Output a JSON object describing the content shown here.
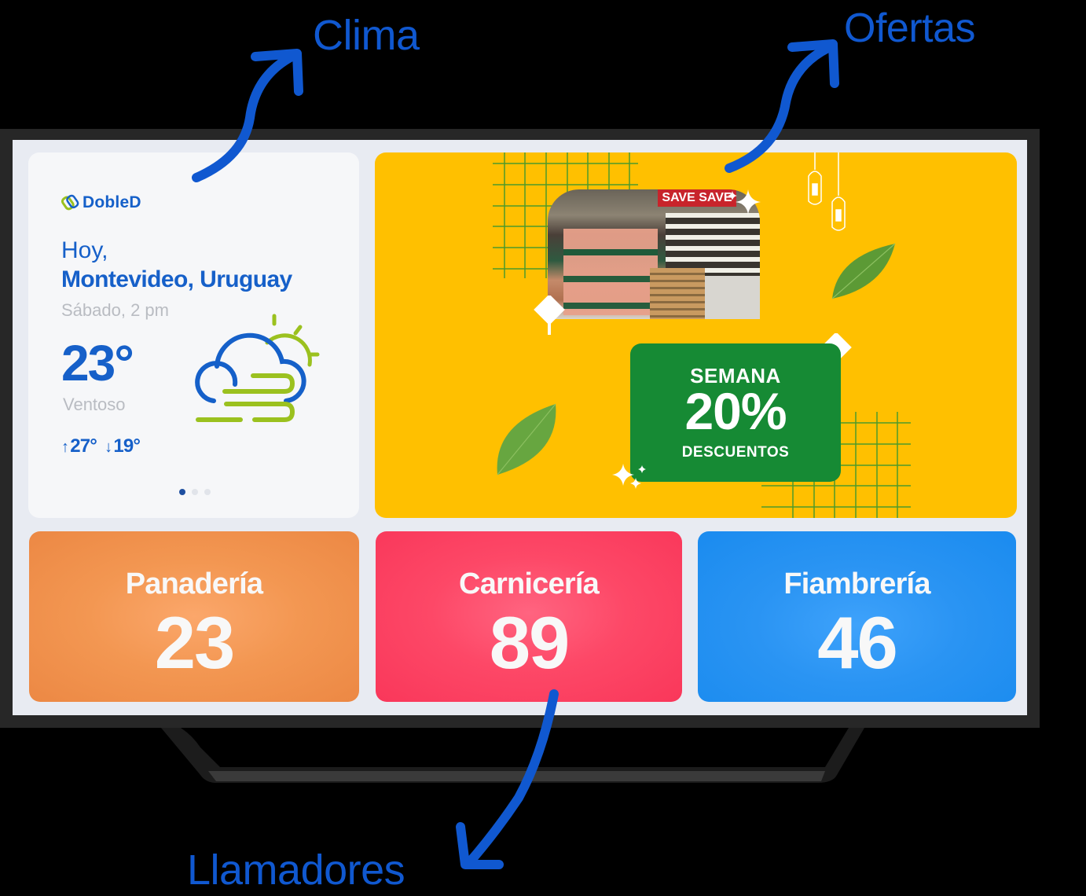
{
  "annotations": {
    "clima": "Clima",
    "ofertas": "Ofertas",
    "llamadores": "Llamadores",
    "arrow_color": "#1058d0"
  },
  "weather": {
    "brand": "DobleD",
    "greeting": "Hoy,",
    "location": "Montevideo, Uruguay",
    "datetime": "Sábado, 2 pm",
    "temperature": "23°",
    "condition": "Ventoso",
    "high": "27°",
    "low": "19°",
    "high_arrow": "↑",
    "low_arrow": "↓",
    "icon": "windy-partly-cloudy-icon",
    "carousel": {
      "total": 3,
      "active": 0
    }
  },
  "promo": {
    "badge_line1": "SEMANA",
    "badge_line2": "20%",
    "badge_line3": "DESCUENTOS",
    "photo_sign": "SAVE SAVE",
    "background_color": "#ffc000",
    "badge_color": "#168a34"
  },
  "callers": [
    {
      "name": "Panadería",
      "number": "23",
      "color": "#ec8844"
    },
    {
      "name": "Carnicería",
      "number": "89",
      "color": "#f9375a"
    },
    {
      "name": "Fiambrería",
      "number": "46",
      "color": "#1a8bef"
    }
  ]
}
